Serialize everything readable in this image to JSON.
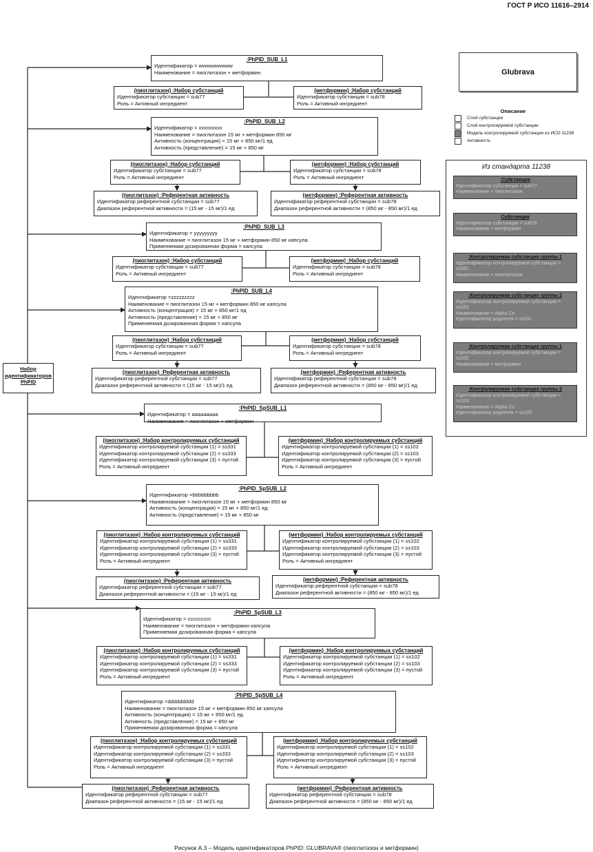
{
  "header": "ГОСТ Р ИСО 11616–2914",
  "root": {
    "line1": "Набор",
    "line2": "идентификаторов",
    "line3": "PhPID"
  },
  "logo": "Glubrava",
  "legend": {
    "title": "Описание",
    "items": [
      {
        "label": "Слой субстанции",
        "color": "#ffffff"
      },
      {
        "label": "Слой контролируемой субстанции",
        "color": "#ffffff"
      },
      {
        "label": "Модель контролируемой субстанции из ИСО   11238",
        "color": "#7c7c7c"
      },
      {
        "label": "Активность",
        "color": "#ffffff"
      }
    ]
  },
  "standard": {
    "title": "Из стандарта 11238",
    "boxes": [
      {
        "title": ":Субстанция",
        "lines": [
          "Идентификатор субстанции = sub77",
          "Наименование = пиоглитазон"
        ]
      },
      {
        "title": "Субстанция",
        "lines": [
          "Идентификатор субстанции = sub78",
          "Наименование = метформин"
        ]
      },
      {
        "title": ":Контролируемая субстанция группы 1",
        "lines": [
          "Идентификатор контролируемой субстанции =",
          "ss331",
          "Наименование = пиоглитазон"
        ]
      },
      {
        "title": ":Контролируемая субстанция группы 2",
        "lines": [
          "Идентификатор контролируемой субстанции =",
          "ss333",
          "Наименование = Alpha Co",
          "Идентификатор родителя = ss331"
        ]
      },
      {
        "title": ":Контролируемая субстанция группы 1",
        "lines": [
          "Идентификатор контролируемой субстанции =",
          "ss102",
          "Наименование = метформин"
        ]
      },
      {
        "title": ":Контролируемая субстанция группы 2",
        "lines": [
          "Идентификатор контролируемой субстанции =",
          "ss103",
          "Наименование = Alpha Co",
          "Идентификатор родителя = ss102"
        ]
      }
    ]
  },
  "boxes": [
    {
      "title": ":PhPID_SUB_L1",
      "lines": [
        "Идентификатор = wwwwwwwww",
        "Наименование = пиоглитазон + метформин"
      ]
    },
    {
      "title": "(пиоглитазон) :Набор субстанций",
      "lines": [
        "Идентификатор субстанции = sub77",
        "Роль = Активный ингредиент"
      ]
    },
    {
      "title": "(метформин) :Набор субстанций",
      "lines": [
        "Идентификатор субстанции = sub78",
        "Роль = Активный ингредиент"
      ]
    },
    {
      "title": ":PhPID_SUB_L2",
      "lines": [
        "Идентификатор = xxxxxxxxx",
        "Наименование = пиоглитазон 15 мг + метформин 850 мг",
        "Активность (концентрация) = 15 мг + 850 мг/1 ед",
        "Активность (представление) = 15 мг + 850 мг"
      ]
    },
    {
      "title": "(пиоглитазон) :Набор субстанций",
      "lines": [
        "Идентификатор субстанции = sub77",
        "Роль = Активный ингредиент"
      ]
    },
    {
      "title": "(метформин) :Набор субстанций",
      "lines": [
        "Идентификатор субстанции = sub78",
        "Роль = Активный ингредиент"
      ]
    },
    {
      "title": "(пиоглитазон) :Референтная активность",
      "lines": [
        "Идентификатор референтной субстанции = sub77",
        "Диапазон референтной активности = (15 мг - 15 мг)/1 ед"
      ]
    },
    {
      "title": "(метформин) :Референтная активность",
      "lines": [
        "Идентификатор референтной субстанции = sub78",
        "Диапазон референтной активности = (850 мг - 850 мг)/1 ед"
      ]
    },
    {
      "title": ":PhPID_SUB_L3",
      "lines": [
        "Идентификатор = yyyyyyyyy",
        "Наименование = пиоглитазон 15 мг + метформин 850 мг капсула",
        "Применяемая дозированная форма = капсула"
      ]
    },
    {
      "title": "(пиоглитазон) :Набор субстанций",
      "lines": [
        "Идентификатор субстанции = sub77",
        "Роль = Активный ингредиент"
      ]
    },
    {
      "title": "(метформин) :Набор субстанций",
      "lines": [
        "Идентификатор субстанции = sub78",
        "Роль = Активный ингредиент"
      ]
    },
    {
      "title": ":PhPID_SUB_L4",
      "lines": [
        "Идентификатор =zzzzzzzzz",
        "Наименование = пиоглитазон 15 мг + метформин 850 мг капсула",
        "Активность (концентрация) = 15 мг + 850 мг/1 ед",
        "Активность (представление) = 15 мг + 850 мг",
        "Применяемая дозированная форма = капсула"
      ]
    },
    {
      "title": "(пиоглитазон) :Набор субстанций",
      "lines": [
        "Идентификатор субстанции = sub77",
        "Роль = Активный ингредиент"
      ]
    },
    {
      "title": "(метформин) :Набор субстанций",
      "lines": [
        "Идентификатор субстанции = sub78",
        "Роль = Активный ингредиент"
      ]
    },
    {
      "title": "(пиоглитазон) :Референтная активность",
      "lines": [
        "Идентификатор референтной субстанции = sub77",
        "Диапазон референтной активности = (15 мг - 15 мг)/1 ед"
      ]
    },
    {
      "title": "(метформин) :Референтная активность",
      "lines": [
        "Идентификатор референтной субстанции = sub78",
        "Диапазон референтной активности = (850 мг - 850 мг)/1 ед"
      ]
    },
    {
      "title": ":PhPID_SpSUB_L1",
      "lines": [
        "Идентификатор = aaaaaaaaa",
        "Наименование = пиоглитазон + метформин"
      ]
    },
    {
      "title": "(пиоглитазон) :Набор контролируемых субстанций",
      "lines": [
        "Идентификатор контролируемой субстанции (1) = ss331",
        "Идентификатор контролируемой субстанции (2) = ss333",
        "Идентификатор контролируемой субстанции (3) = пустой",
        "Роль = Активный ингредиент"
      ]
    },
    {
      "title": "(метформин) :Набор контролируемых субстанций",
      "lines": [
        "Идентификатор контролируемой субстанции (1) = ss102",
        "Идентификатор контролируемой субстанции (2) = ss103",
        "Идентификатор контролируемой субстанции (3) = пустой",
        "Роль = Активный ингредиент"
      ]
    },
    {
      "title": ":PhPID_SpSUB_L2",
      "lines": [
        "Идентификатор =bbbbbbbbb",
        "Наименование = пиоглитазон 15 мг + метформин 850 мг",
        "Активность (концентрация) = 15 мг + 850 мг/1 ед",
        "Активность (представление) = 15 мг + 850 мг"
      ]
    },
    {
      "title": "(пиоглитазон) :Набор контролируемых субстанций",
      "lines": [
        "Идентификатор контролируемой субстанции (1) = ss331",
        "Идентификатор контролируемой субстанции (2) = ss333",
        "Идентификатор контролируемой субстанции (3) = пустой",
        "Роль = Активный ингредиент"
      ]
    },
    {
      "title": "(метформин) :Набор контролируемых субстанций",
      "lines": [
        "Идентификатор контролируемой субстанции (1) = ss102",
        "Идентификатор контролируемой субстанции (2) = ss103",
        "Идентификатор контролируемой субстанции (3) = пустой",
        "Роль = Активный ингредиент"
      ]
    },
    {
      "title": "(пиоглитазон) :Референтная активность",
      "lines": [
        "Идентификатор референтной субстанции = sub77",
        "Диапазон референтной активности = (15 мг - 15 мг)/1 ед"
      ]
    },
    {
      "title": "(метформин) :Референтная активность",
      "lines": [
        "Идентификатор референтной субстанции = sub78",
        "Диапазон референтной активности = (850 мг - 850 мг)/1 ед"
      ]
    },
    {
      "title": ":PhPID_SpSUB_L3",
      "lines": [
        "Идентификатор = ccccccccc",
        "Наименование = пиоглитазон + метформин капсула",
        "Применяемая дозированная форма = капсула"
      ]
    },
    {
      "title": "(пиоглитазон) :Набор контролируемых субстанций",
      "lines": [
        "Идентификатор контролируемой субстанции (1) = ss331",
        "Идентификатор контролируемой субстанции (2) = ss333",
        "Идентификатор контролируемой субстанции (3) = пустой",
        "Роль = Активный ингредиент"
      ]
    },
    {
      "title": "(метформин) :Набор контролируемых субстанций",
      "lines": [
        "Идентификатор контролируемой субстанции (1) = ss102",
        "Идентификатор контролируемой субстанции (2) = ss103",
        "Идентификатор контролируемой субстанции (3) = пустой",
        "Роль = Активный ингредиент"
      ]
    },
    {
      "title": ":PhPID_SpSUB_L4",
      "lines": [
        "Идентификатор =ddddddddd",
        "Наименование = пиоглитазон 15 мг + метформин 850 мг капсула",
        "Активность (концентрация) = 15 мг + 850 мг/1 ед",
        "Активность (представление) = 15 мг + 850 мг",
        "Применяемая дозированная форма = капсула"
      ]
    },
    {
      "title": "(пиоглитазон) :Набор контролируемых субстанций",
      "lines": [
        "Идентификатор контролируемой субстанции (1) = ss331",
        "Идентификатор контролируемой субстанции (2) = ss333",
        "Идентификатор контролируемой субстанции (3) = пустой",
        "Роль = Активный ингредиент"
      ]
    },
    {
      "title": "(метформин) :Набор контролируемых субстанций",
      "lines": [
        "Идентификатор контролируемой субстанции (1) = ss102",
        "Идентификатор контролируемой субстанции (2) = ss103",
        "Идентификатор контролируемой субстанции (3) = пустой",
        "Роль = Активный ингредиент"
      ]
    },
    {
      "title": "(пиоглитазон) :Референтная активность",
      "lines": [
        "Идентификатор референтной субстанции = sub77",
        "Диапазон референтной активности = (15 мг - 15 мг)/1 ед"
      ]
    },
    {
      "title": "(метформин) :Референтная активность",
      "lines": [
        "Идентификатор референтной субстанции = sub78",
        "Диапазон референтной активности = (850 мг - 850 мг)/1 ед"
      ]
    }
  ],
  "caption": "Рисунок А.3 – Модель идентификаторов PhPID: GLUBRAVA® (пиоглитазон и метформин)"
}
